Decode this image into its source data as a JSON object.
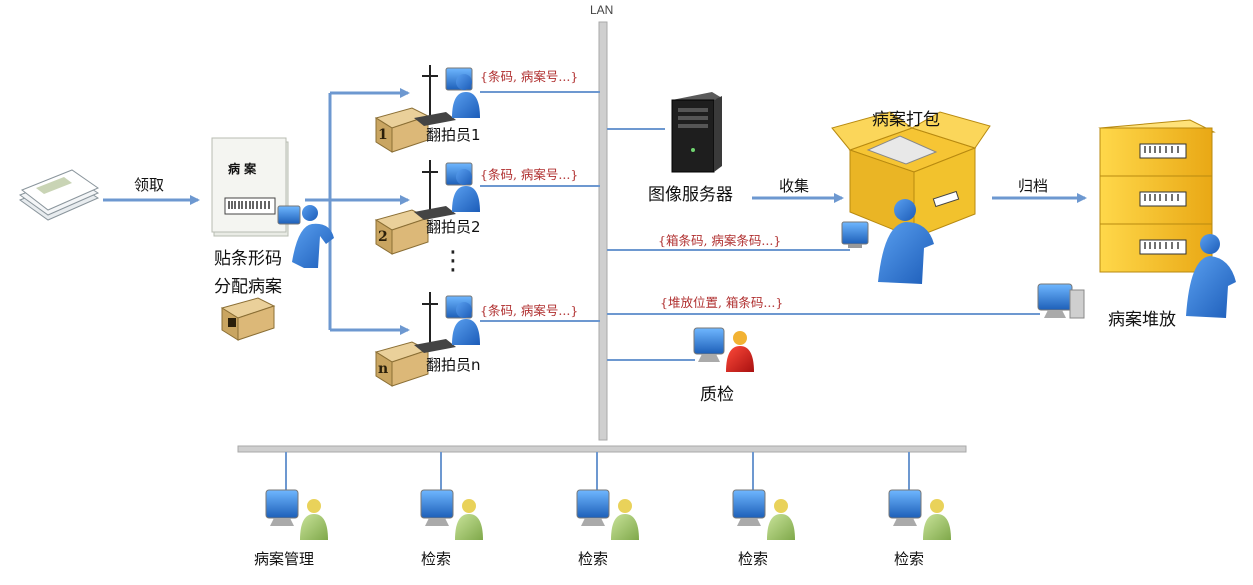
{
  "network": {
    "lan_label": "LAN"
  },
  "flow": {
    "receive_label": "领取",
    "barcode_step": "贴条形码",
    "assign_step": "分配病案",
    "folder_title": "病 案",
    "collect_label": "收集",
    "archive_label": "归档"
  },
  "photographers": [
    {
      "label": "翻拍员1",
      "message": "{条码, 病案号...}",
      "box_number": "1"
    },
    {
      "label": "翻拍员2",
      "message": "{条码, 病案号...}",
      "box_number": "2"
    },
    {
      "label": "翻拍员n",
      "message": "{条码, 病案号...}",
      "box_number": "n"
    }
  ],
  "ellipsis": "⋮",
  "server": {
    "label": "图像服务器"
  },
  "packing": {
    "label": "病案打包",
    "message": "{箱条码, 病案条码...}"
  },
  "storage": {
    "label": "病案堆放",
    "message": "{堆放位置, 箱条码...}"
  },
  "quality_check": {
    "label": "质检"
  },
  "terminals": [
    {
      "label": "病案管理"
    },
    {
      "label": "检索"
    },
    {
      "label": "检索"
    },
    {
      "label": "检索"
    },
    {
      "label": "检索"
    }
  ],
  "colors": {
    "arrow": "#6d98d0",
    "lan_line": "#c8c8c8",
    "person": "#2f6fc9",
    "box": "#d8b66a",
    "storage_box": "#f2c227",
    "message_text": "#b03030"
  }
}
